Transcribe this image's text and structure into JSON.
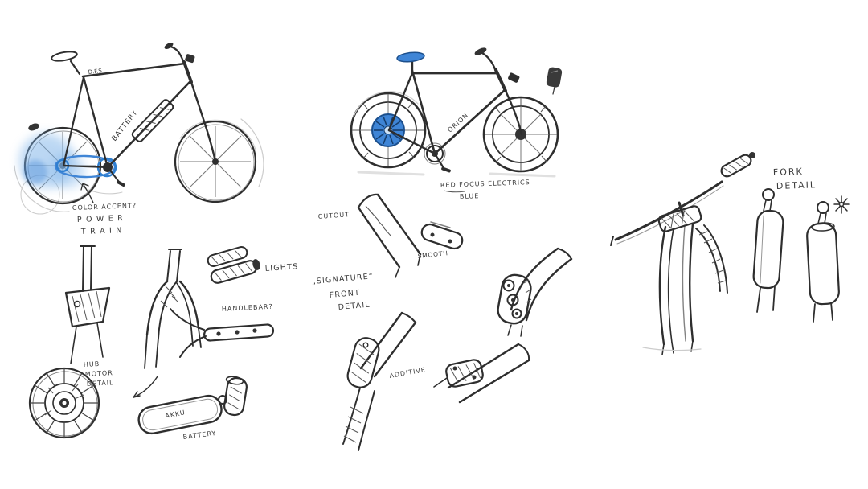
{
  "meta": {
    "background": "#ffffff",
    "ink": "#2e2e2e",
    "accent_blue": "#3f85d6",
    "accent_blue_light": "#7ab1e8",
    "accent_blue_dark": "#1c4f8c",
    "frame_text_color": "#b39b2e"
  },
  "bike_powertrain": {
    "top_tube_text": "D.F.S",
    "battery_label": "BATTERY",
    "note_color_accent": "COLOR ACCENT?",
    "note_power": "P O W E R",
    "note_train": "T R A I N"
  },
  "bike_electrics": {
    "frame_text": "ORION",
    "note_line1": "RED FOCUS ELECTRICS",
    "note_line2": "BLUE"
  },
  "fork_sketch": {
    "note_line1": "FORK",
    "note_line2": "DETAIL"
  },
  "details_left": {
    "lights_label": "LIGHTS",
    "handlebar_label": "HANDLEBAR?",
    "hub_line1": "HUB",
    "hub_line2": "MOTOR",
    "hub_line3": "DETAIL",
    "akku_label": "AKKU",
    "battery_label": "BATTERY"
  },
  "details_center": {
    "cutout_label": "CUTOUT",
    "smooth_label": "SMOOTH",
    "signature_line1": "„SIGNATURE“",
    "signature_line2": "FRONT",
    "signature_line3": "DETAIL",
    "additive_label": "ADDITIVE"
  }
}
